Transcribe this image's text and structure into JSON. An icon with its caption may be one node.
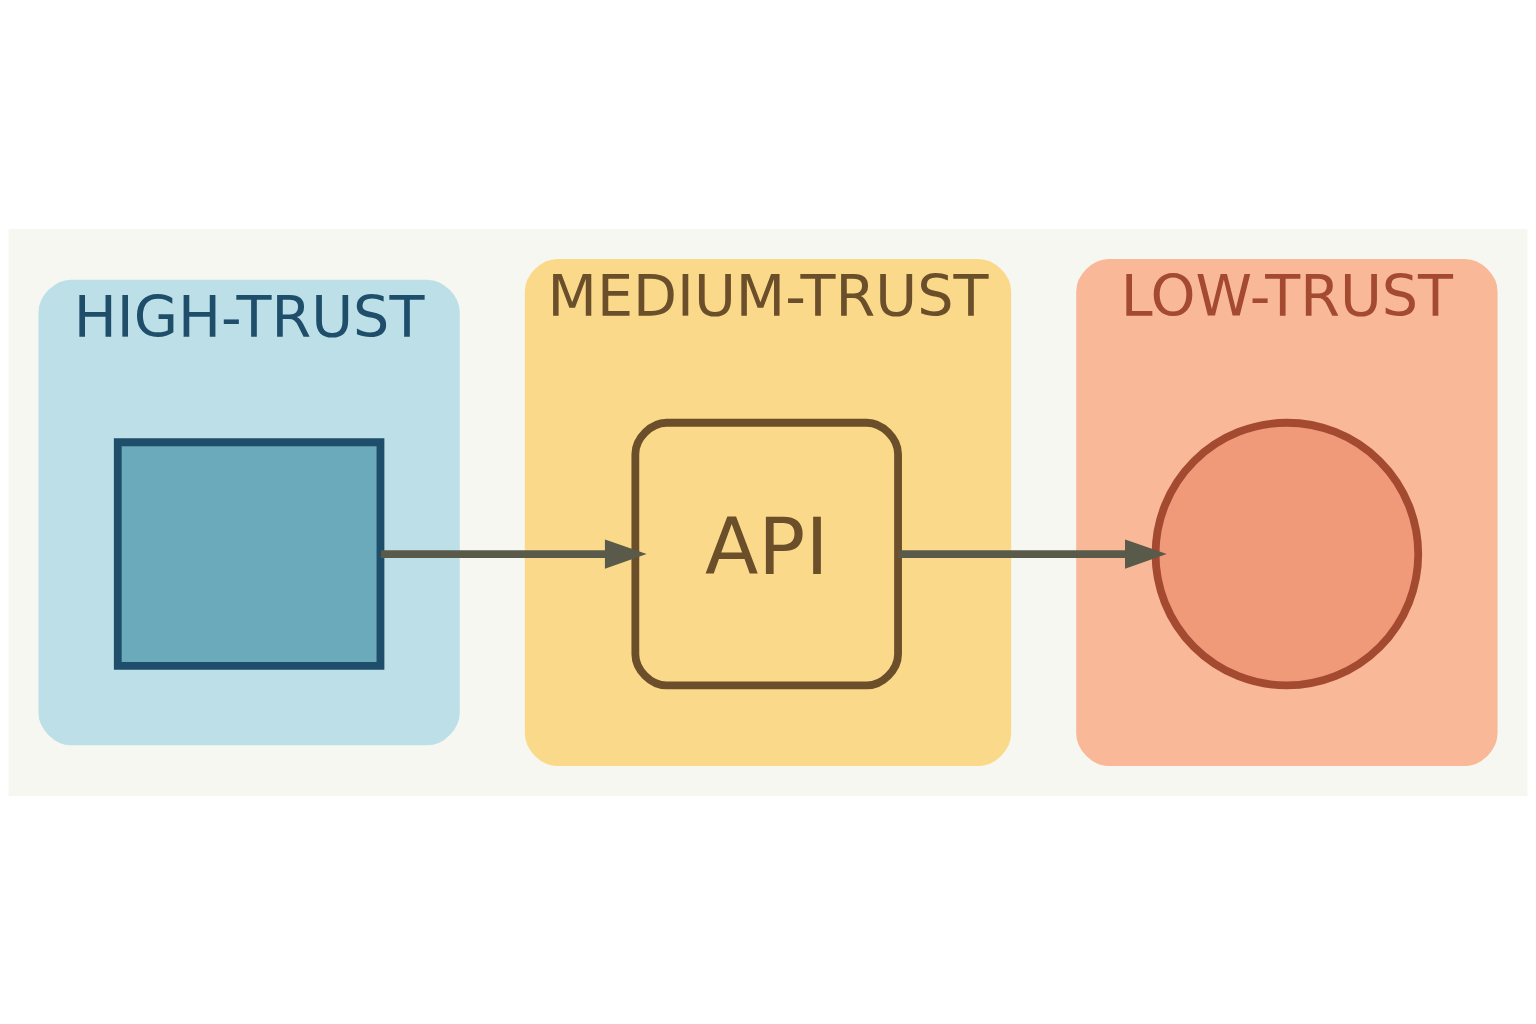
{
  "diagram": {
    "nodes": [
      {
        "text": [
          "HIGH-TRUST"
        ]
      },
      {
        "text": [],
        "shape": "box",
        "in": 0
      },
      {
        "text": [
          "MEDIUM-TRUST"
        ]
      },
      {
        "text": [
          "API"
        ],
        "in": 2
      },
      {
        "text": [
          "LOW-TRUST"
        ]
      },
      {
        "text": [],
        "shape": "circle",
        "in": 4
      }
    ],
    "edges": [
      {
        "from": 1,
        "to": 3,
        "arrow": "to"
      },
      {
        "from": 3,
        "to": 5,
        "arrow": "to"
      }
    ]
  }
}
